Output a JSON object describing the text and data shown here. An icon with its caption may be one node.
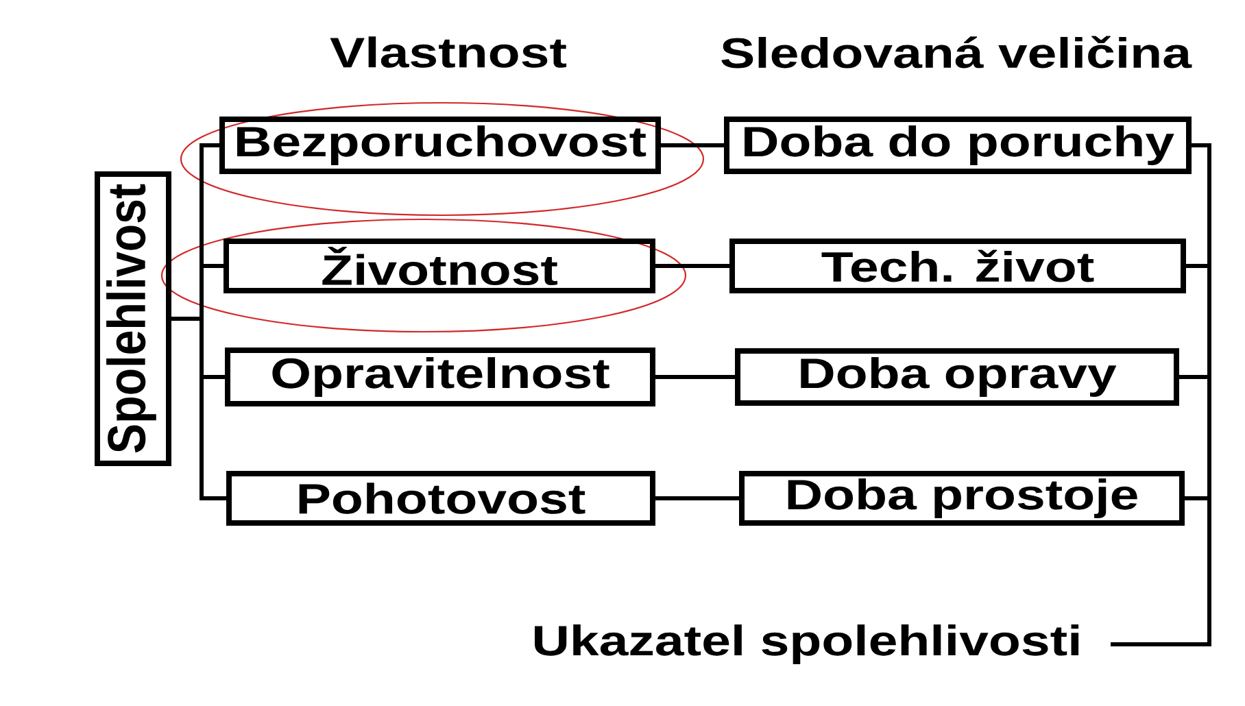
{
  "diagram": {
    "nodes": [
      {
        "text": [
          "Spolehlivost"
        ]
      },
      {
        "text": [
          "Bezporuchovost"
        ]
      },
      {
        "text": [
          "Doba do poruchy"
        ]
      },
      {
        "text": [
          "Životnost"
        ]
      },
      {
        "text": [
          "Tech. život"
        ]
      },
      {
        "text": [
          "Opravitelnost"
        ]
      },
      {
        "text": [
          "Doba opravy"
        ]
      },
      {
        "text": [
          "Pohotovost"
        ]
      },
      {
        "text": [
          "Doba prostoje"
        ]
      },
      {
        "text": [
          "Ukazatel spolehlivosti"
        ]
      }
    ],
    "edges": [
      {
        "from": 0,
        "to": 1,
        "arrow": "none"
      },
      {
        "from": 0,
        "to": 3,
        "arrow": "none"
      },
      {
        "from": 0,
        "to": 5,
        "arrow": "none"
      },
      {
        "from": 0,
        "to": 7,
        "arrow": "none"
      },
      {
        "from": 1,
        "to": 2,
        "arrow": "none"
      },
      {
        "from": 3,
        "to": 4,
        "arrow": "none"
      },
      {
        "from": 5,
        "to": 6,
        "arrow": "none"
      },
      {
        "from": 7,
        "to": 8,
        "arrow": "none"
      },
      {
        "from": 2,
        "to": 9,
        "arrow": "none"
      },
      {
        "from": 4,
        "to": 9,
        "arrow": "none"
      },
      {
        "from": 6,
        "to": 9,
        "arrow": "none"
      },
      {
        "from": 8,
        "to": 9,
        "arrow": "none"
      }
    ],
    "labels": [
      "Vlastnost",
      "Sledovaná veličina"
    ]
  }
}
